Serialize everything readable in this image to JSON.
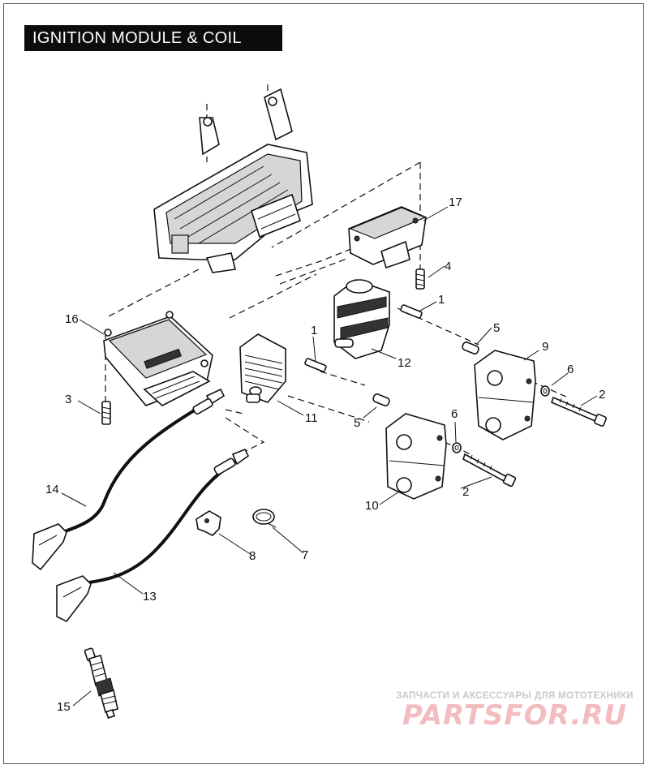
{
  "title": "IGNITION MODULE & COIL",
  "callouts": {
    "c1a": "1",
    "c1b": "1",
    "c2a": "2",
    "c2b": "2",
    "c3": "3",
    "c4": "4",
    "c5a": "5",
    "c5b": "5",
    "c6a": "6",
    "c6b": "6",
    "c7": "7",
    "c8": "8",
    "c9": "9",
    "c10": "10",
    "c11": "11",
    "c12": "12",
    "c13": "13",
    "c14": "14",
    "c15": "15",
    "c16": "16",
    "c17": "17"
  },
  "watermark": {
    "subtitle": "ЗАПЧАСТИ И АКСЕССУАРЫ ДЛЯ МОТОТЕХНИКИ",
    "logo": "PARTSFOR.RU"
  },
  "colors": {
    "title_bg": "#0c0c0c",
    "title_fg": "#ffffff",
    "watermark": "#f2bcc0"
  }
}
